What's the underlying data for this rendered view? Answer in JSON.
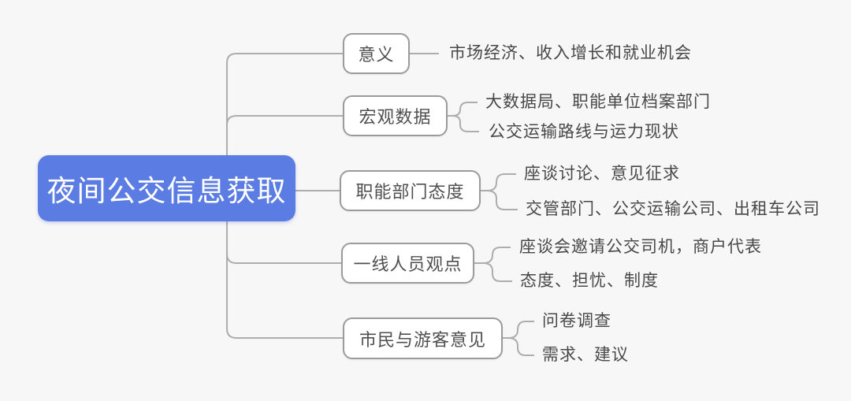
{
  "colors": {
    "background": "#F7F7F7",
    "root_bg": "#5B7CE3",
    "root_text": "#FFFFFF",
    "node_bg": "#FFFFFF",
    "node_border": "#9B9B9B",
    "node_text": "#4F4F4F",
    "leaf_text": "#484848",
    "line": "#ADADAD"
  },
  "chart_data": {
    "type": "mindmap",
    "title": "夜间公交信息获取",
    "layout": "right-facing tree, root at left"
  },
  "root": {
    "label": "夜间公交信息获取"
  },
  "branches": [
    {
      "label": "意义",
      "children": [
        "市场经济、收入增长和就业机会"
      ]
    },
    {
      "label": "宏观数据",
      "children": [
        "大数据局、职能单位档案部门",
        "公交运输路线与运力现状"
      ]
    },
    {
      "label": "职能部门态度",
      "children": [
        "座谈讨论、意见征求",
        "交管部门、公交运输公司、出租车公司"
      ]
    },
    {
      "label": "一线人员观点",
      "children": [
        "座谈会邀请公交司机，商户代表",
        "态度、担忧、制度"
      ]
    },
    {
      "label": "市民与游客意见",
      "children": [
        "问卷调查",
        "需求、建议"
      ]
    }
  ]
}
